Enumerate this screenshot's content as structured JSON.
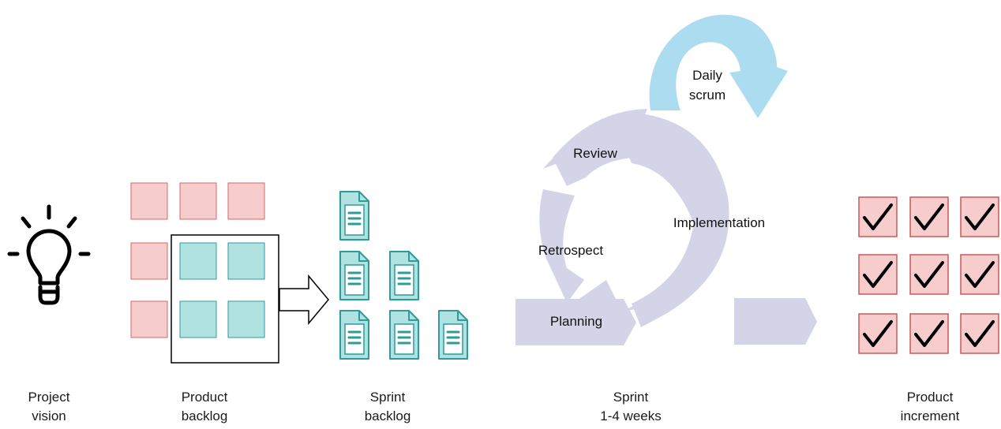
{
  "colors": {
    "backlog_item": "#f6cccc",
    "backlog_item_border": "#d06a6a",
    "selected_item": "#b0e2e2",
    "selected_item_border": "#2f9a9a",
    "sprint_doc": "#b0e2e2",
    "sprint_doc_border": "#2f9a9a",
    "cycle": "#d4d4e8",
    "daily_arrow": "#acdcef",
    "increment_item": "#f6cccc",
    "increment_border": "#c85a5a"
  },
  "icons": {
    "vision": "lightbulb-icon",
    "sprint_item": "document-icon",
    "done": "checkmark-icon"
  },
  "stages": [
    {
      "line1": "Project",
      "line2": "vision"
    },
    {
      "line1": "Product",
      "line2": "backlog"
    },
    {
      "line1": "Sprint",
      "line2": "backlog"
    },
    {
      "line1": "Sprint",
      "line2": "1-4 weeks"
    },
    {
      "line1": "Product",
      "line2": "increment"
    }
  ],
  "cycle_labels": {
    "daily": [
      "Daily",
      "scrum"
    ],
    "review": "Review",
    "implementation": "Implementation",
    "retrospect": "Retrospect",
    "planning": "Planning"
  }
}
